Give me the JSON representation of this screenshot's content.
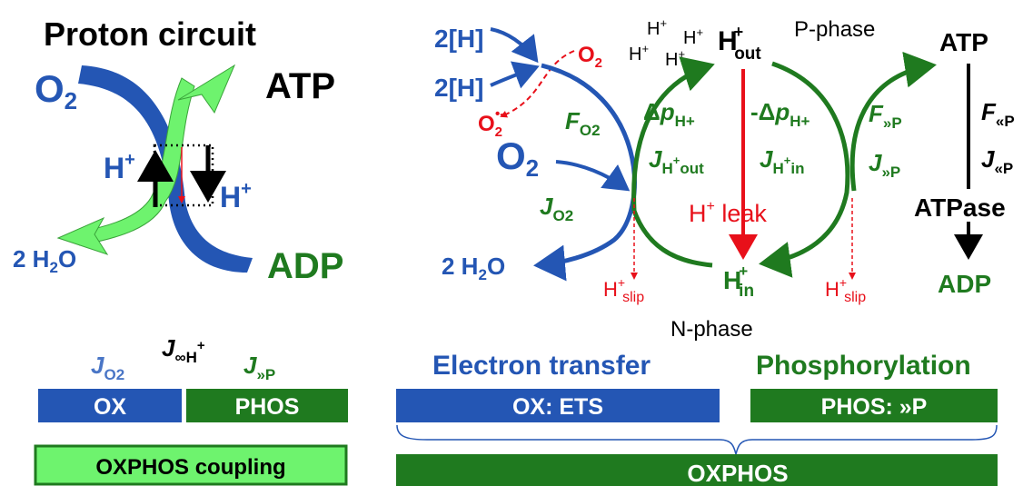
{
  "left": {
    "title": "Proton circuit",
    "o2": {
      "base": "O",
      "sub": "2"
    },
    "atp": "ATP",
    "adp": "ADP",
    "water": {
      "pre": "2 H",
      "sub": "2",
      "post": "O"
    },
    "h_plus_left": {
      "base": "H",
      "sup": "+"
    },
    "h_plus_right": {
      "base": "H",
      "sup": "+"
    },
    "flux_o2": {
      "base": "J",
      "sub": "O2"
    },
    "flux_coupled": {
      "base": "J",
      "sub": "∞H",
      "sup": "+"
    },
    "flux_p": {
      "base": "J",
      "sub": "»P"
    },
    "bar_ox": "OX",
    "bar_phos": "PHOS",
    "coupling_box": "OXPHOS coupling"
  },
  "right": {
    "h2_top": "2[H]",
    "h2_bottom": "2[H]",
    "o2_small": {
      "base": "O",
      "sub": "2"
    },
    "superoxide": {
      "base": "O",
      "sub": "2",
      "sup": "•-"
    },
    "o2_large": {
      "base": "O",
      "sub": "2"
    },
    "force_o2": {
      "base": "F",
      "sub": "O2"
    },
    "flux_o2": {
      "base": "J",
      "sub": "O2"
    },
    "water": {
      "pre": "2 H",
      "sub": "2",
      "post": "O"
    },
    "h_cluster": [
      {
        "base": "H",
        "sup": "+"
      },
      {
        "base": "H",
        "sup": "+"
      },
      {
        "base": "H",
        "sup": "+"
      },
      {
        "base": "H",
        "sup": "+"
      }
    ],
    "h_out": {
      "base": "H",
      "sup": "+",
      "sub": "out"
    },
    "p_phase": "P-phase",
    "dp_pos": {
      "pre": "Δ",
      "base": "p",
      "sub": "H+"
    },
    "dp_neg": {
      "pre": "-Δ",
      "base": "p",
      "sub": "H+"
    },
    "j_h_out": {
      "base": "J",
      "sub": "H",
      "sup": "+",
      "post": "out"
    },
    "j_h_in": {
      "base": "J",
      "sub": "H",
      "sup": "+",
      "post": "in"
    },
    "leak": {
      "base": "H",
      "sup": "+",
      "post": " leak"
    },
    "h_in": {
      "base": "H",
      "sup": "+",
      "sub": "in"
    },
    "slip_left": {
      "base": "H",
      "sup": "+",
      "sub": "slip"
    },
    "slip_right": {
      "base": "H",
      "sup": "+",
      "sub": "slip"
    },
    "n_phase": "N-phase",
    "atp": "ATP",
    "force_p": {
      "base": "F",
      "sub": "»P"
    },
    "flux_p": {
      "base": "J",
      "sub": "»P"
    },
    "force_atpase": {
      "base": "F",
      "sub": "«P"
    },
    "flux_atpase": {
      "base": "J",
      "sub": "«P"
    },
    "atpase": "ATPase",
    "adp": "ADP",
    "electron_transfer": "Electron transfer",
    "phosphorylation": "Phosphorylation",
    "bar_ets": "OX: ETS",
    "bar_phos": "PHOS: »P",
    "bar_oxphos": "OXPHOS"
  },
  "colors": {
    "blue": "#2456b4",
    "green": "#1f7a1f",
    "light_green": "#6ef36e",
    "red": "#e8101a",
    "black": "#000000"
  }
}
